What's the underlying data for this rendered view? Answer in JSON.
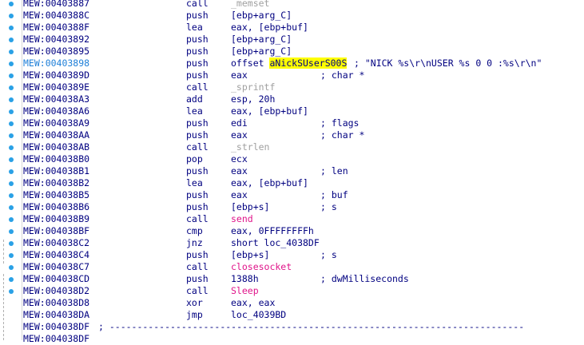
{
  "gutter": {
    "breakpoints": 25
  },
  "rows": [
    {
      "addr": "MEW:00403887",
      "mnem": "call",
      "ops": "_memset",
      "ops_class": "gray",
      "cmt": ""
    },
    {
      "addr": "MEW:0040388C",
      "mnem": "push",
      "ops": "[ebp+arg_C]",
      "cmt": ""
    },
    {
      "addr": "MEW:0040388F",
      "mnem": "lea",
      "ops": "eax, [ebp+buf]",
      "cmt": ""
    },
    {
      "addr": "MEW:00403892",
      "mnem": "push",
      "ops": "[ebp+arg_C]",
      "cmt": ""
    },
    {
      "addr": "MEW:00403895",
      "mnem": "push",
      "ops": "[ebp+arg_C]",
      "cmt": ""
    },
    {
      "addr": "MEW:00403898",
      "addr_hl": true,
      "mnem": "push",
      "ops_prefix": "offset ",
      "ops_hl": "aNickSUserS00S",
      "cmt_long": "; \"NICK %s\\r\\nUSER %s 0 0 :%s\\r\\n\""
    },
    {
      "addr": "MEW:0040389D",
      "mnem": "push",
      "ops": "eax",
      "cmt": "; char *"
    },
    {
      "addr": "MEW:0040389E",
      "mnem": "call",
      "ops": "_sprintf",
      "ops_class": "gray",
      "cmt": ""
    },
    {
      "addr": "MEW:004038A3",
      "mnem": "add",
      "ops": "esp, 20h",
      "cmt": ""
    },
    {
      "addr": "MEW:004038A6",
      "mnem": "lea",
      "ops": "eax, [ebp+buf]",
      "cmt": ""
    },
    {
      "addr": "MEW:004038A9",
      "mnem": "push",
      "ops": "edi",
      "cmt": "; flags"
    },
    {
      "addr": "MEW:004038AA",
      "mnem": "push",
      "ops": "eax",
      "cmt": "; char *"
    },
    {
      "addr": "MEW:004038AB",
      "mnem": "call",
      "ops": "_strlen",
      "ops_class": "gray",
      "cmt": ""
    },
    {
      "addr": "MEW:004038B0",
      "mnem": "pop",
      "ops": "ecx",
      "cmt": ""
    },
    {
      "addr": "MEW:004038B1",
      "mnem": "push",
      "ops": "eax",
      "cmt": "; len"
    },
    {
      "addr": "MEW:004038B2",
      "mnem": "lea",
      "ops": "eax, [ebp+buf]",
      "cmt": ""
    },
    {
      "addr": "MEW:004038B5",
      "mnem": "push",
      "ops": "eax",
      "cmt": "; buf"
    },
    {
      "addr": "MEW:004038B6",
      "mnem": "push",
      "ops": "[ebp+s]",
      "cmt": "; s"
    },
    {
      "addr": "MEW:004038B9",
      "mnem": "call",
      "ops": "send",
      "ops_class": "fn",
      "cmt": ""
    },
    {
      "addr": "MEW:004038BF",
      "mnem": "cmp",
      "ops": "eax, 0FFFFFFFFh",
      "cmt": ""
    },
    {
      "addr": "MEW:004038C2",
      "mnem": "jnz",
      "ops": "short loc_4038DF",
      "cmt": ""
    },
    {
      "addr": "MEW:004038C4",
      "mnem": "push",
      "ops": "[ebp+s]",
      "cmt": "; s"
    },
    {
      "addr": "MEW:004038C7",
      "mnem": "call",
      "ops": "closesocket",
      "ops_class": "fn",
      "cmt": ""
    },
    {
      "addr": "MEW:004038CD",
      "mnem": "push",
      "ops": "1388h",
      "cmt": "; dwMilliseconds"
    },
    {
      "addr": "MEW:004038D2",
      "mnem": "call",
      "ops": "Sleep",
      "ops_class": "fn",
      "cmt": ""
    },
    {
      "addr": "MEW:004038D8",
      "mnem": "xor",
      "ops": "eax, eax",
      "cmt": ""
    },
    {
      "addr": "MEW:004038DA",
      "mnem": "jmp",
      "ops": "loc_4039BD",
      "cmt": ""
    },
    {
      "addr": "MEW:004038DF",
      "separator": "; ---------------------------------------------------------------------------"
    },
    {
      "addr": "MEW:004038DF",
      "mnem": "",
      "ops": "",
      "cmt": ""
    }
  ]
}
